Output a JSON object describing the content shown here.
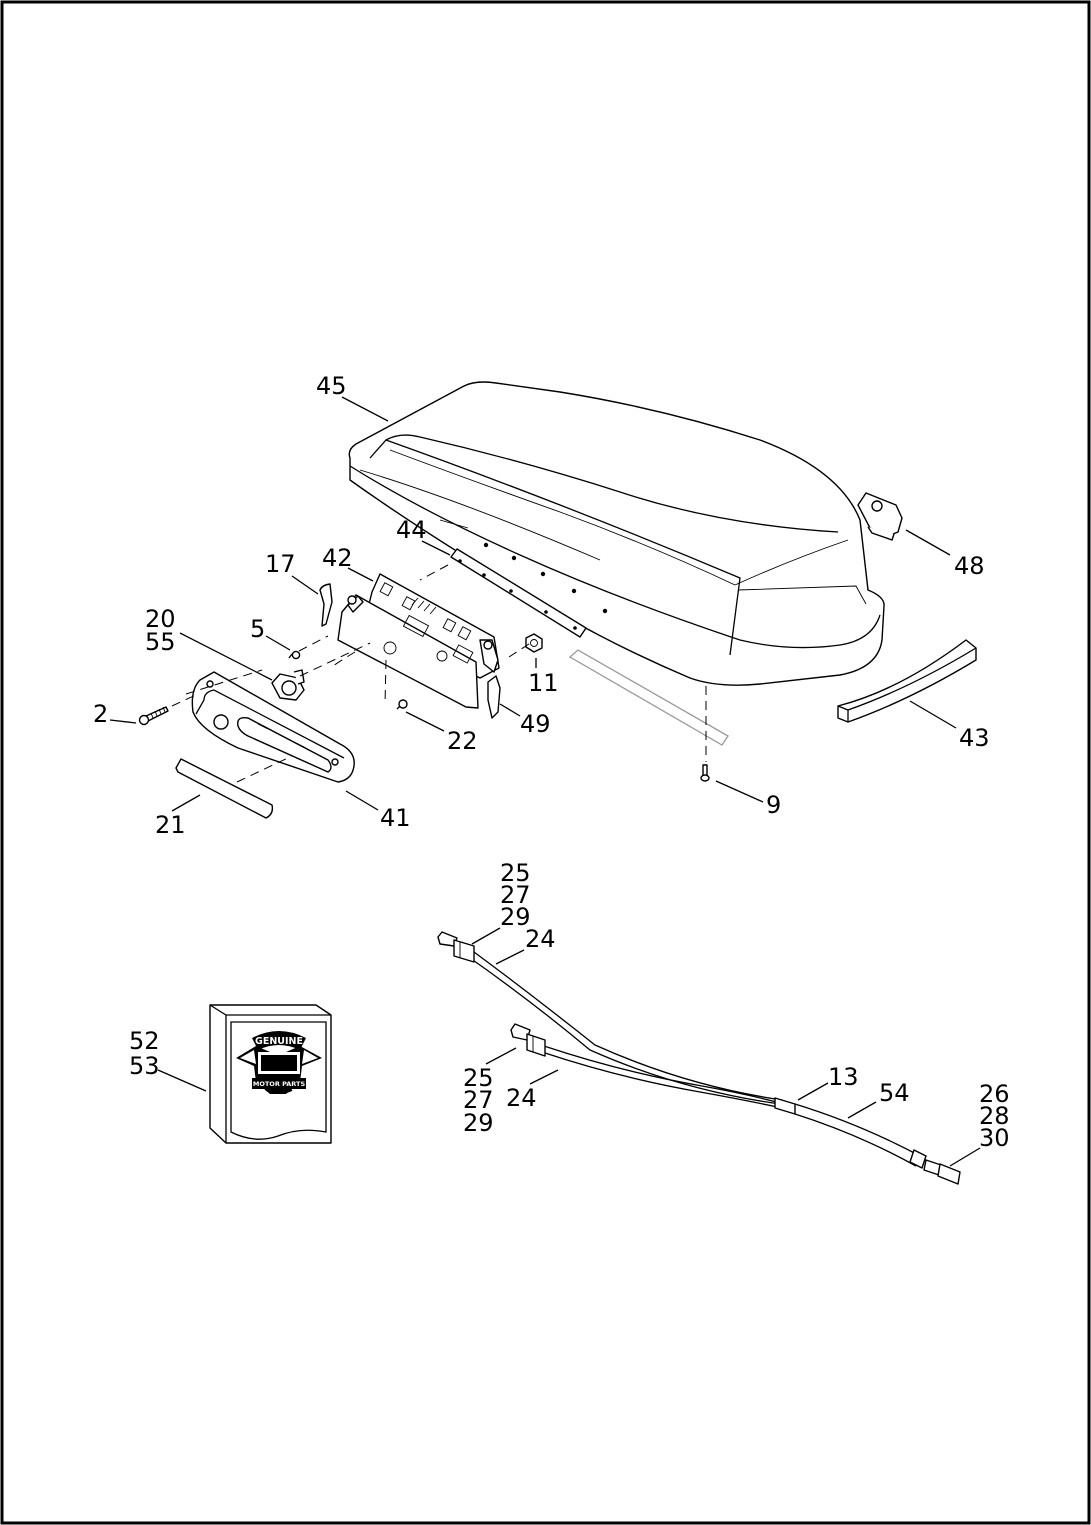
{
  "callouts": {
    "c45": "45",
    "c44": "44",
    "c42": "42",
    "c17": "17",
    "c48": "48",
    "c20": "20",
    "c55": "55",
    "c5": "5",
    "c11": "11",
    "c2": "2",
    "c49": "49",
    "c22": "22",
    "c43": "43",
    "c9": "9",
    "c41": "41",
    "c21": "21",
    "c25a": "25",
    "c27a": "27",
    "c29a": "29",
    "c24a": "24",
    "c52": "52",
    "c53": "53",
    "c13": "13",
    "c54": "54",
    "c25b": "25",
    "c27b": "27",
    "c29b": "29",
    "c24b": "24",
    "c26": "26",
    "c28": "28",
    "c30": "30"
  },
  "logo": {
    "line1": "GENUINE",
    "line2": "MOTOR PARTS"
  },
  "colors": {
    "ink": "#000000",
    "paper": "#ffffff",
    "reflector": "#9a9a9a"
  }
}
